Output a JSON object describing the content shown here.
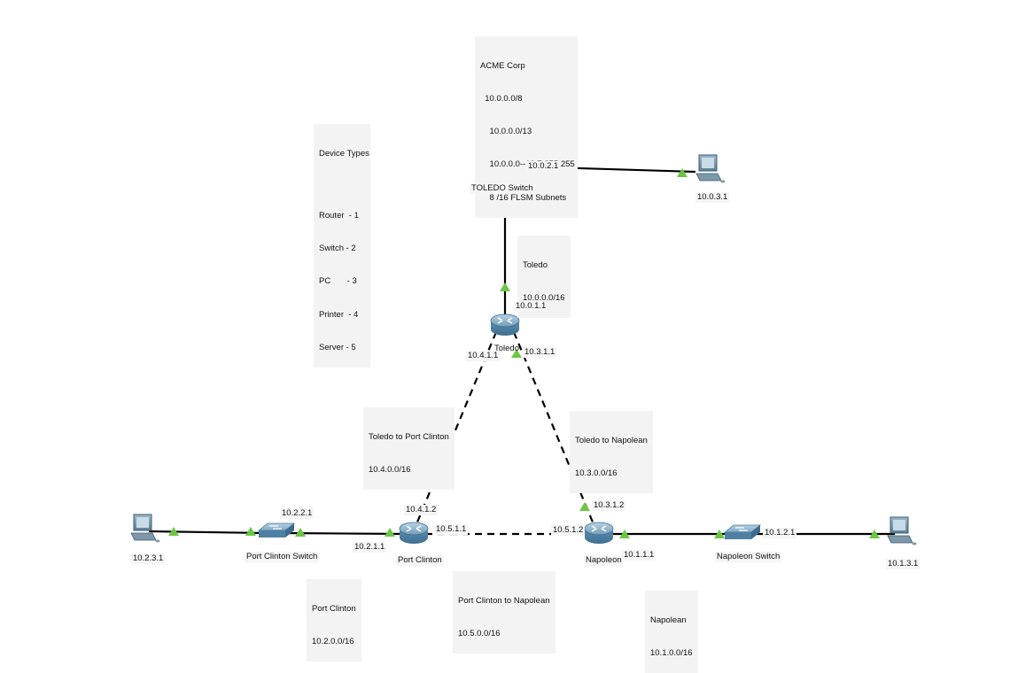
{
  "title_note": {
    "lines": [
      "ACME Corp",
      "  10.0.0.0/8",
      "    10.0.0.0/13",
      "    10.0.0.0--10.7.255.255",
      "    8 /16 FLSM Subnets"
    ]
  },
  "device_types_note": {
    "lines": [
      "Device Types",
      "",
      "Router  - 1",
      "Switch - 2",
      "PC       - 3",
      "Printer  - 4",
      "Server - 5"
    ]
  },
  "devices": {
    "toledo_router": "Toledo",
    "toledo_switch": "TOLEDO  Switch",
    "port_clinton_router": "Port Clinton",
    "port_clinton_switch": "Port Clinton Switch",
    "napoleon_router": "Napoleon",
    "napoleon_switch": "Napoleon Switch",
    "pc_toledo": "10.0.3.1",
    "pc_port_clinton": "10.2.3.1",
    "pc_napoleon": "10.1.3.1"
  },
  "interfaces": {
    "toledo_switch_if": "10.0.2.1",
    "toledo_router_up": "10.0.1.1",
    "toledo_router_left": "10.4.1.1",
    "toledo_router_right": "10.3.1.1",
    "pc_router_up": "10.4.1.2",
    "pc_router_right": "10.5.1.1",
    "pc_router_left": "10.2.1.1",
    "pc_switch_if": "10.2.2.1",
    "nap_router_up": "10.3.1.2",
    "nap_router_left": "10.5.1.2",
    "nap_router_right": "10.1.1.1",
    "nap_switch_if": "10.1.2.1"
  },
  "networks": {
    "toledo": [
      "Toledo",
      "10.0.0.0/16"
    ],
    "toledo_port_clinton": [
      "Toledo to Port Clinton",
      "10.4.0.0/16"
    ],
    "toledo_napolean": [
      "Toledo to Napolean",
      "10.3.0.0/16"
    ],
    "port_clinton_napolean": [
      "Port Clinton to Napolean",
      "10.5.0.0/16"
    ],
    "port_clinton": [
      "Port Clinton",
      "10.2.0.0/16"
    ],
    "napolean": [
      "Napolean",
      "10.1.0.0/16"
    ]
  },
  "colors": {
    "link": "#000000",
    "link_up_marker": "#6cc644",
    "router_body": "#5c8fb0",
    "switch_body": "#6c9fbf",
    "pc_body": "#6e8ea6",
    "note_bg": "#f3f3f3"
  }
}
